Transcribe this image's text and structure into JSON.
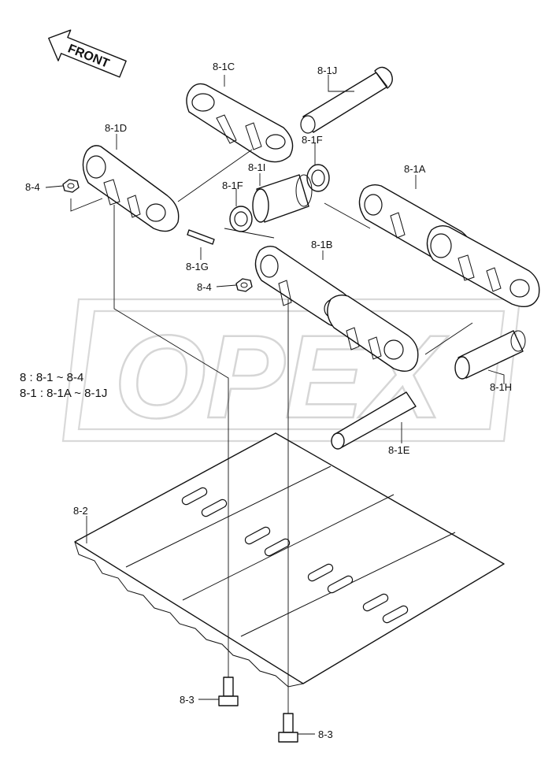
{
  "direction_arrow": {
    "label": "FRONT"
  },
  "watermark": {
    "text": "OPEX"
  },
  "notes": [
    "8 : 8-1 ~ 8-4",
    "8-1 : 8-1A ~ 8-1J"
  ],
  "labels": {
    "c1": "8-1C",
    "j": "8-1J",
    "d": "8-1D",
    "f_top": "8-1F",
    "i": "8-1I",
    "f_left": "8-1F",
    "a": "8-1A",
    "n4_left": "8-4",
    "g": "8-1G",
    "b": "8-1B",
    "n4_mid": "8-4",
    "h": "8-1H",
    "e": "8-1E",
    "shoe": "8-2",
    "bolt_left": "8-3",
    "bolt_right": "8-3"
  }
}
